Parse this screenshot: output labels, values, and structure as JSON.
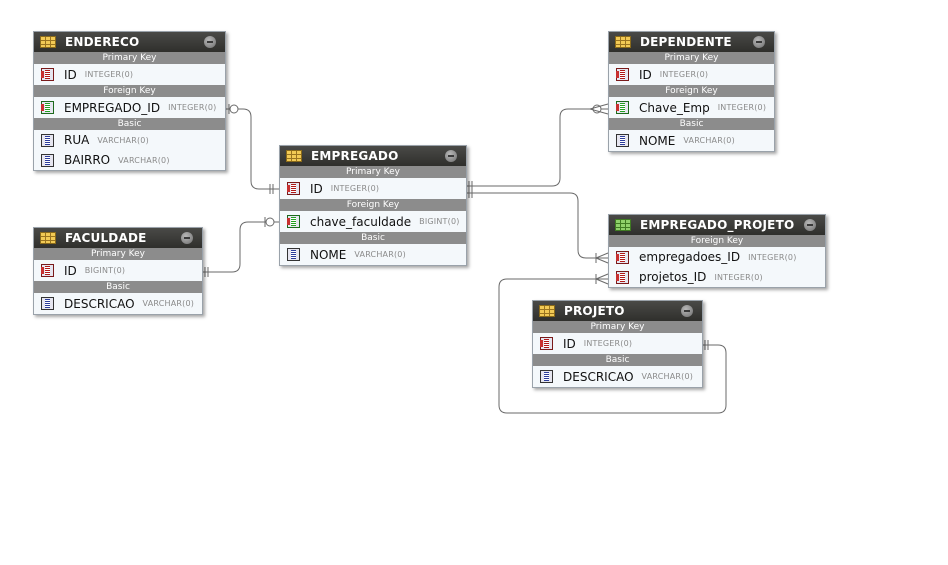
{
  "entities": {
    "endereco": {
      "name": "ENDERECO",
      "sections": [
        {
          "label": "Primary Key",
          "columns": [
            {
              "name": "ID",
              "type": "INTEGER(0)"
            }
          ]
        },
        {
          "label": "Foreign Key",
          "columns": [
            {
              "name": "EMPREGADO_ID",
              "type": "INTEGER(0)"
            }
          ]
        },
        {
          "label": "Basic",
          "columns": [
            {
              "name": "RUA",
              "type": "VARCHAR(0)"
            },
            {
              "name": "BAIRRO",
              "type": "VARCHAR(0)"
            }
          ]
        }
      ]
    },
    "faculdade": {
      "name": "FACULDADE",
      "sections": [
        {
          "label": "Primary Key",
          "columns": [
            {
              "name": "ID",
              "type": "BIGINT(0)"
            }
          ]
        },
        {
          "label": "Basic",
          "columns": [
            {
              "name": "DESCRICAO",
              "type": "VARCHAR(0)"
            }
          ]
        }
      ]
    },
    "empregado": {
      "name": "EMPREGADO",
      "sections": [
        {
          "label": "Primary Key",
          "columns": [
            {
              "name": "ID",
              "type": "INTEGER(0)"
            }
          ]
        },
        {
          "label": "Foreign Key",
          "columns": [
            {
              "name": "chave_faculdade",
              "type": "BIGINT(0)"
            }
          ]
        },
        {
          "label": "Basic",
          "columns": [
            {
              "name": "NOME",
              "type": "VARCHAR(0)"
            }
          ]
        }
      ]
    },
    "dependente": {
      "name": "DEPENDENTE",
      "sections": [
        {
          "label": "Primary Key",
          "columns": [
            {
              "name": "ID",
              "type": "INTEGER(0)"
            }
          ]
        },
        {
          "label": "Foreign Key",
          "columns": [
            {
              "name": "Chave_Emp",
              "type": "INTEGER(0)"
            }
          ]
        },
        {
          "label": "Basic",
          "columns": [
            {
              "name": "NOME",
              "type": "VARCHAR(0)"
            }
          ]
        }
      ]
    },
    "empregado_projeto": {
      "name": "EMPREGADO_PROJETO",
      "sections": [
        {
          "label": "Foreign Key",
          "columns": [
            {
              "name": "empregadoes_ID",
              "type": "INTEGER(0)"
            },
            {
              "name": "projetos_ID",
              "type": "INTEGER(0)"
            }
          ]
        }
      ]
    },
    "projeto": {
      "name": "PROJETO",
      "sections": [
        {
          "label": "Primary Key",
          "columns": [
            {
              "name": "ID",
              "type": "INTEGER(0)"
            }
          ]
        },
        {
          "label": "Basic",
          "columns": [
            {
              "name": "DESCRICAO",
              "type": "VARCHAR(0)"
            }
          ]
        }
      ]
    }
  },
  "colors": {
    "header_bg": "#3a3a37",
    "section_bg": "#8c8c8c",
    "body_bg": "#f4f8fb",
    "connector": "#666666"
  }
}
